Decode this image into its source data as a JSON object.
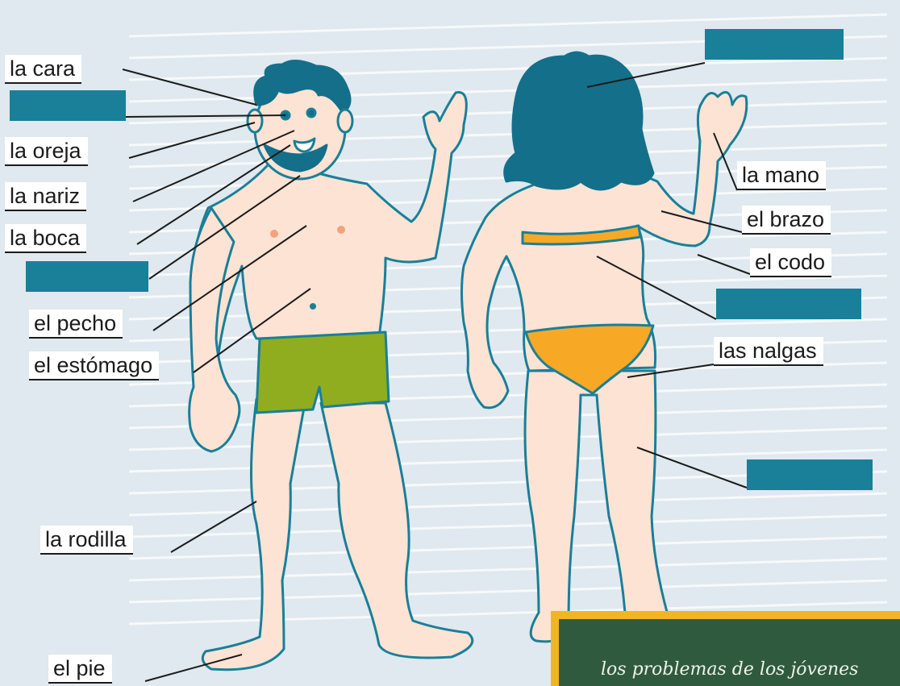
{
  "labels": {
    "la_cara": "la cara",
    "la_oreja": "la oreja",
    "la_nariz": "la nariz",
    "la_boca": "la boca",
    "el_pecho": "el pecho",
    "el_estomago": "el estómago",
    "la_rodilla": "la rodilla",
    "el_pie": "el pie",
    "la_mano": "la mano",
    "el_brazo": "el brazo",
    "el_codo": "el codo",
    "las_nalgas": "las nalgas"
  },
  "blank_labels": [
    "",
    "",
    "",
    "",
    ""
  ],
  "footer": {
    "title": "los problemas de los jóvenes"
  },
  "colors": {
    "background": "#dfe9ef",
    "skin": "#fde3d4",
    "outline": "#1a7f98",
    "hair": "#146f8a",
    "blank_box": "#1a7f98",
    "shorts": "#8fad1f",
    "bikini": "#f7a925",
    "footer_bg": "#2f5a3e",
    "footer_border": "#f2b522"
  }
}
